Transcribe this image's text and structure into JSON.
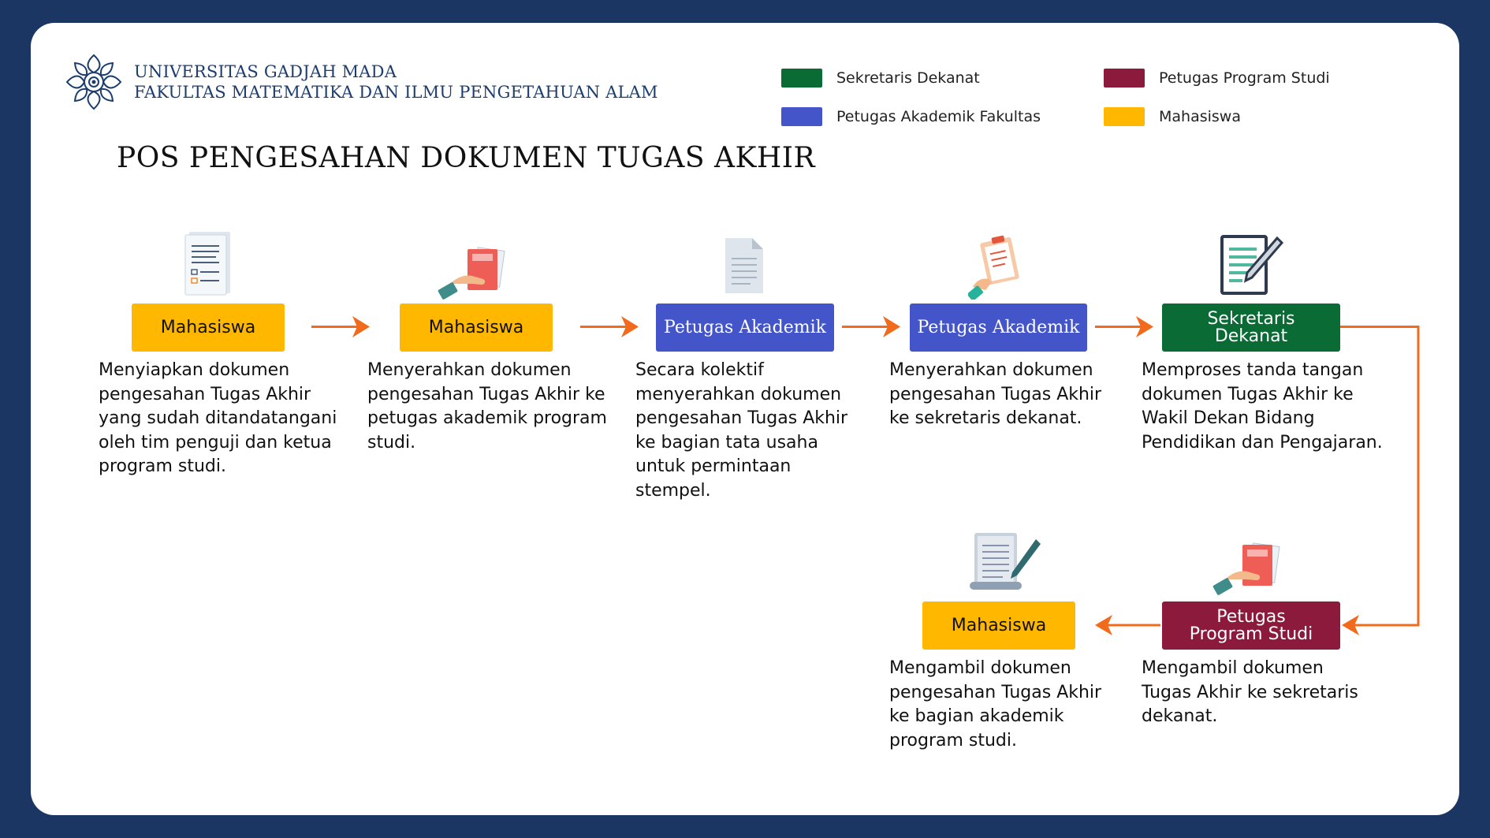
{
  "header": {
    "university": "UNIVERSITAS GADJAH MADA",
    "faculty": "FAKULTAS MATEMATIKA DAN ILMU PENGETAHUAN ALAM",
    "title": "POS PENGESAHAN DOKUMEN TUGAS AKHIR"
  },
  "legend": [
    {
      "label": "Sekretaris Dekanat",
      "color": "#0a6b35"
    },
    {
      "label": "Petugas Program Studi",
      "color": "#8b1a3c"
    },
    {
      "label": "Petugas Akademik Fakultas",
      "color": "#4355c9"
    },
    {
      "label": "Mahasiswa",
      "color": "#ffb700"
    }
  ],
  "colors": {
    "background": "#1c3664",
    "arrow": "#f26a1b",
    "mahasiswa": "#ffb700",
    "akademik": "#4355c9",
    "sekretaris": "#0a6b35",
    "prodi": "#8b1a3c"
  },
  "steps": [
    {
      "icon": "form-document-icon",
      "role": [
        "Mahasiswa"
      ],
      "desc": [
        "Menyiapkan dokumen",
        "pengesahan Tugas Akhir",
        "yang sudah ditandatangani",
        "oleh tim penguji dan ketua",
        "program studi."
      ]
    },
    {
      "icon": "hand-document-icon",
      "role": [
        "Mahasiswa"
      ],
      "desc": [
        "Menyerahkan dokumen",
        "pengesahan Tugas Akhir ke",
        "petugas akademik program",
        "studi."
      ]
    },
    {
      "icon": "paper-document-icon",
      "role": [
        "Petugas Akademik"
      ],
      "desc": [
        "Secara kolektif",
        "menyerahkan dokumen",
        "pengesahan Tugas Akhir",
        "ke bagian tata usaha",
        "untuk permintaan",
        "stempel."
      ]
    },
    {
      "icon": "hand-clipboard-icon",
      "role": [
        "Petugas Akademik"
      ],
      "desc": [
        "Menyerahkan dokumen",
        "pengesahan Tugas Akhir",
        "ke sekretaris dekanat."
      ]
    },
    {
      "icon": "document-pencil-icon",
      "role": [
        "Sekretaris",
        "Dekanat"
      ],
      "desc": [
        "Memproses tanda tangan",
        "dokumen Tugas Akhir ke",
        "Wakil Dekan Bidang",
        "Pendidikan dan Pengajaran."
      ]
    },
    {
      "icon": "hand-document-icon",
      "role": [
        "Petugas",
        "Program Studi"
      ],
      "desc": [
        "Mengambil dokumen",
        "Tugas Akhir ke sekretaris",
        "dekanat."
      ]
    },
    {
      "icon": "scroll-pen-icon",
      "role": [
        "Mahasiswa"
      ],
      "desc": [
        "Mengambil dokumen",
        "pengesahan Tugas Akhir",
        "ke bagian akademik",
        "program studi."
      ]
    }
  ]
}
